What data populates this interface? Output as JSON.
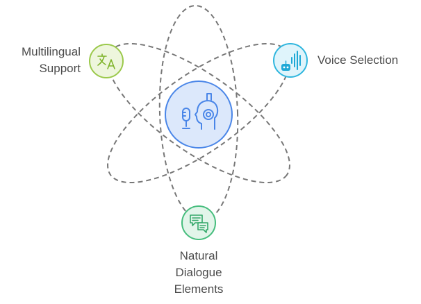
{
  "diagram": {
    "center": {
      "icon": "microphone-head-icon",
      "colors": {
        "fill": "#dce8fb",
        "stroke": "#4a86e8",
        "icon": "#4a86e8"
      }
    },
    "nodes": [
      {
        "id": "multilingual",
        "label_lines": [
          "Multilingual",
          "Support"
        ],
        "icon": "translate-icon",
        "colors": {
          "fill": "#eef6dd",
          "stroke": "#9bc94b",
          "icon": "#7fb32a"
        }
      },
      {
        "id": "voice",
        "label_lines": [
          "Voice Selection"
        ],
        "icon": "robot-soundwave-icon",
        "colors": {
          "fill": "#dff4fb",
          "stroke": "#2fb6de",
          "icon": "#1ea8d6"
        }
      },
      {
        "id": "natural",
        "label_lines": [
          "Natural",
          "Dialogue",
          "Elements"
        ],
        "icon": "chat-bubbles-icon",
        "colors": {
          "fill": "#e2f5ea",
          "stroke": "#46bd7d",
          "icon": "#34a86a"
        }
      }
    ],
    "orbit_color": "#777777",
    "label_color": "#4b4b4b"
  }
}
